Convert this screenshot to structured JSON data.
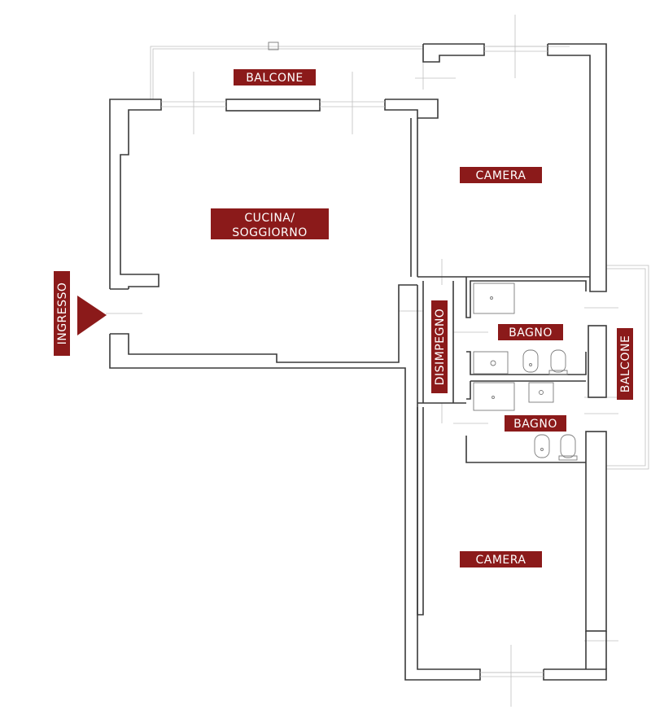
{
  "rooms": {
    "balcone_top": "BALCONE",
    "camera_top": "CAMERA",
    "cucina_line1": "CUCINA/",
    "cucina_line2": "SOGGIORNO",
    "ingresso": "INGRESSO",
    "disimpegno": "DISIMPEGNO",
    "bagno_1": "BAGNO",
    "bagno_2": "BAGNO",
    "balcone_right": "BALCONE",
    "camera_bottom": "CAMERA"
  },
  "colors": {
    "label_background": "#8b1a1a",
    "label_text": "#ffffff",
    "walls": "#3a3a3a",
    "balcony_outline": "#bfbfbf"
  },
  "icons": [
    "entrance-arrow-icon",
    "toilet-icon",
    "bidet-icon",
    "sink-icon",
    "shower-icon"
  ]
}
